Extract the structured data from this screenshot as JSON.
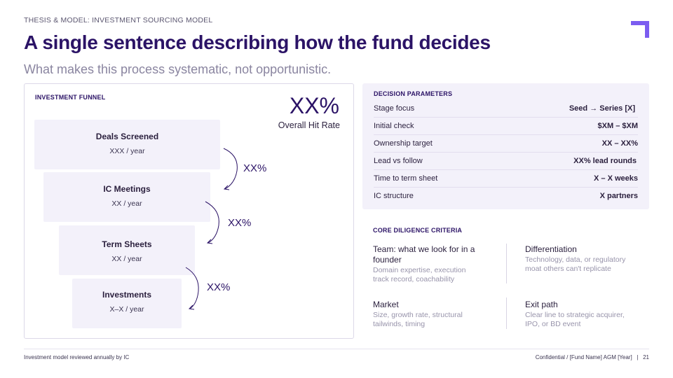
{
  "header": {
    "eyebrow": "THESIS & MODEL: INVESTMENT SOURCING MODEL",
    "title": "A single sentence describing how the fund decides",
    "subtitle": "What makes this process systematic, not opportunistic."
  },
  "funnel": {
    "label": "INVESTMENT FUNNEL",
    "hit_rate_value": "XX%",
    "hit_rate_label": "Overall Hit Rate",
    "stages": [
      {
        "title": "Deals Screened",
        "sub": "XXX / year"
      },
      {
        "title": "IC Meetings",
        "sub": "XX / year"
      },
      {
        "title": "Term Sheets",
        "sub": "XX / year"
      },
      {
        "title": "Investments",
        "sub": "X–X / year"
      }
    ],
    "conversions": [
      "XX%",
      "XX%",
      "XX%"
    ]
  },
  "params": {
    "label": "DECISION PARAMETERS",
    "rows": [
      {
        "key": "Stage focus",
        "value": "Seed → Series [X]"
      },
      {
        "key": "Initial check",
        "value": "$XM – $XM"
      },
      {
        "key": "Ownership target",
        "value": "XX – XX%"
      },
      {
        "key": "Lead vs follow",
        "value": "XX% lead rounds"
      },
      {
        "key": "Time to term sheet",
        "value": "X – X weeks"
      },
      {
        "key": "IC structure",
        "value": "X partners"
      }
    ]
  },
  "diligence": {
    "label": "CORE DILIGENCE CRITERIA",
    "criteria": [
      {
        "title": "Team: what we look for in a founder",
        "desc": "Domain expertise, execution track record, coachability"
      },
      {
        "title": "Differentiation",
        "desc": "Technology, data, or regulatory moat others can't replicate"
      },
      {
        "title": "Market",
        "desc": "Size, growth rate, structural tailwinds, timing"
      },
      {
        "title": "Exit path",
        "desc": "Clear line to strategic acquirer, IPO, or BD event"
      }
    ]
  },
  "footer": {
    "left": "Investment model reviewed annually by IC",
    "right": "Confidential / [Fund Name] AGM [Year]   |   21"
  },
  "colors": {
    "brand": "#2b1366",
    "accent": "#7b5cf0",
    "panel": "#f3f1fa"
  }
}
